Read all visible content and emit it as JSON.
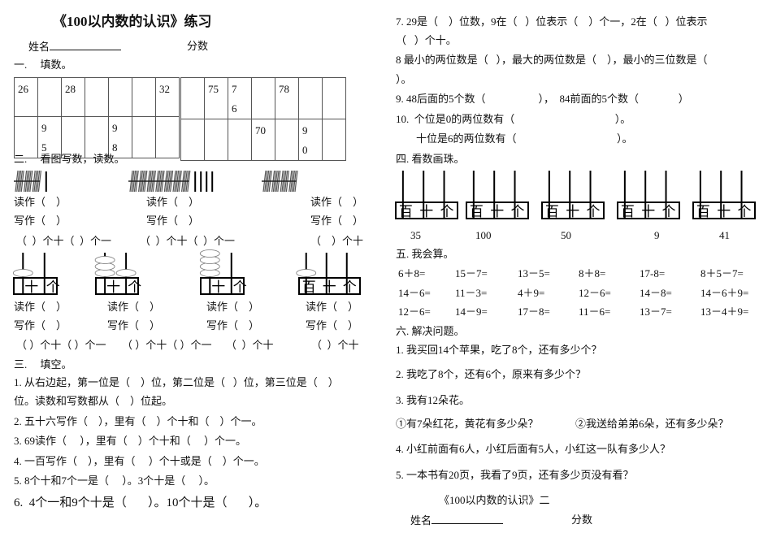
{
  "title": "《100以内数的认识》练习",
  "name_label": "姓名",
  "score_label": "分数",
  "sec1": "一.     填数。",
  "table1": [
    [
      "26",
      "",
      "28",
      "",
      "",
      "",
      "32"
    ],
    [
      "",
      "9\n5",
      "",
      "",
      "9\n8",
      "",
      ""
    ]
  ],
  "table2": [
    [
      "",
      "75",
      "7\n6",
      "",
      "78",
      "",
      ""
    ],
    [
      "",
      "",
      "",
      "70",
      "",
      "9\n0",
      ""
    ]
  ],
  "sec2": "二.     看图写数，读数。",
  "bundles": [
    {
      "bundles": 3,
      "sticks": 1
    },
    {
      "bundles": 7,
      "sticks": 4
    },
    {
      "bundles": 4,
      "sticks": 0
    }
  ],
  "read": "读作（    ）",
  "write": "写作（    ）",
  "row1_units": [
    "（  ）个十（  ）个一",
    "（  ）个十（  ）个一",
    "（    ）个十"
  ],
  "abaci_top": [
    {
      "labels": [
        "十",
        "个"
      ],
      "beads": [
        1,
        0
      ]
    },
    {
      "labels": [
        "十",
        "个"
      ],
      "beads": [
        3,
        1
      ]
    },
    {
      "labels": [
        "十",
        "个"
      ],
      "beads": [
        4,
        0
      ]
    },
    {
      "labels": [
        "百",
        "十",
        "个"
      ],
      "beads": [
        1,
        0,
        0
      ]
    }
  ],
  "row2_units": [
    "（ ）个十（ ）个一",
    "（ ）个十（ ）个一",
    "（  ）个十",
    "（  ）个十"
  ],
  "sec3": "三.     填空。",
  "fill": [
    "1. 从右边起，第一位是（    ）位，第二位是（   ）位，第三位是（    ）",
    "位。读数和写数都从（    ）位起。",
    "2. 五十六写作（    ），里有（    ）个十和（    ）个一。",
    "3. 69读作（     ），里有（    ）个十和（     ）个一。",
    "4. 一百写作（    ），里有（     ）个十或是（    ）个一。",
    "5. 8个十和7个一是（     ）。3个十是（     ）。",
    "6.  4个一和9个十是（       ）。10个十是（       ）。"
  ],
  "right": [
    "7. 29是（    ）位数，9在（   ）位表示（    ）个一，2在（   ）位表示",
    "（   ）个十。",
    "8 最小的两位数是（   ），最大的两位数是（    ），最小的三位数是（",
    "）。",
    "9. 48后面的5个数（                    ），  84前面的5个数（               ）",
    "10.  个位是0的两位数有（                                      ）。",
    "十位是6的两位数有（                                      ）。"
  ],
  "sec4": "四. 看数画珠。",
  "abaci_labels": [
    "百",
    "十",
    "个"
  ],
  "abaci_numbers": [
    "35",
    "100",
    "50",
    "9",
    "41"
  ],
  "sec5": "五. 我会算。",
  "calc": [
    [
      "6＋8=",
      "15－7=",
      "13－5=",
      "8＋8=",
      "17-8=",
      "8＋5－7="
    ],
    [
      "14－6=",
      "11－3=",
      "4＋9=",
      "12－6=",
      "14－8=",
      "14－6＋9="
    ],
    [
      "12－6=",
      "14－9=",
      "17－8=",
      "11－6=",
      "13－7=",
      "13－4＋9="
    ]
  ],
  "sec6": "六. 解决问题。",
  "problems": [
    "1. 我买回14个苹果，吃了8个，还有多少个？",
    "2. 我吃了8个，还有6个，原来有多少个？",
    "3. 我有12朵花。",
    "4. 小红前面有6人，小红后面有5人，小红这一队有多少人？",
    "5. 一本书有20页，我看了9页，还有多少页没有看？"
  ],
  "sub3": [
    "①有7朵红花，黄花有多少朵？",
    "②我送给弟弟6朵，还有多少朵？"
  ],
  "subtitle": "《100以内数的认识》二"
}
